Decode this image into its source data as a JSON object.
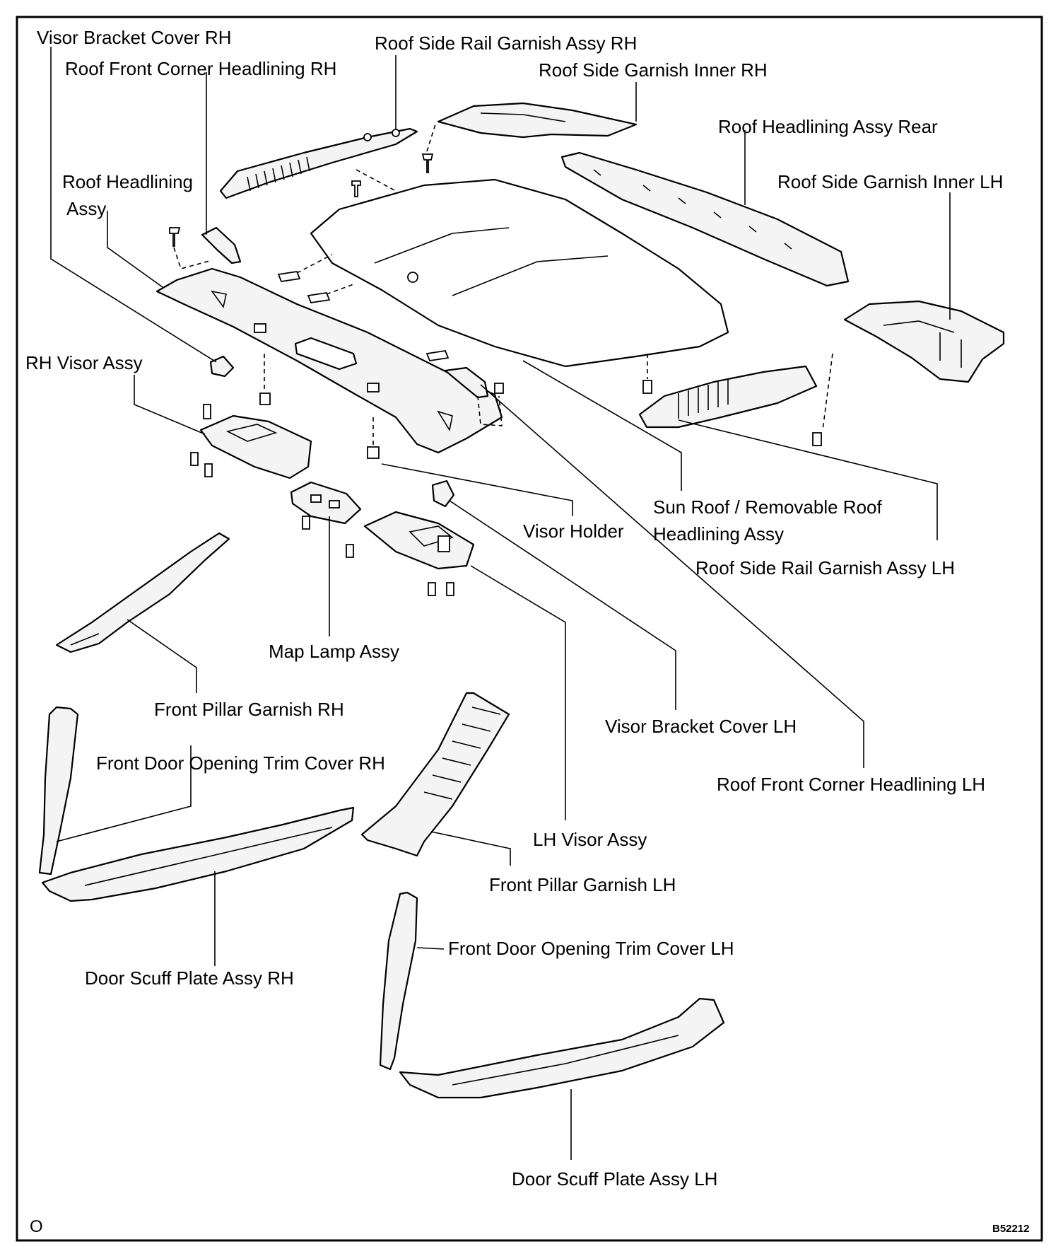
{
  "labels": {
    "visor_bracket_cover_rh": "Visor Bracket Cover RH",
    "roof_front_corner_headlining_rh": "Roof Front Corner Headlining RH",
    "roof_side_rail_garnish_assy_rh": "Roof Side Rail Garnish Assy RH",
    "roof_side_garnish_inner_rh": "Roof Side Garnish Inner RH",
    "roof_headlining_assy_rear": "Roof Headlining Assy Rear",
    "roof_headlining_assy_line1": "Roof Headlining",
    "roof_headlining_assy_line2": "Assy",
    "roof_side_garnish_inner_lh": "Roof Side Garnish Inner LH",
    "rh_visor_assy": "RH Visor Assy",
    "visor_holder": "Visor Holder",
    "sun_roof_line1": "Sun Roof / Removable Roof",
    "sun_roof_line2": "Headlining Assy",
    "roof_side_rail_garnish_assy_lh": "Roof Side Rail Garnish Assy LH",
    "map_lamp_assy": "Map Lamp Assy",
    "front_pillar_garnish_rh": "Front Pillar Garnish RH",
    "visor_bracket_cover_lh": "Visor Bracket Cover LH",
    "front_door_opening_trim_cover_rh": "Front Door Opening Trim Cover RH",
    "roof_front_corner_headlining_lh": "Roof Front Corner Headlining LH",
    "lh_visor_assy": "LH Visor Assy",
    "front_pillar_garnish_lh": "Front Pillar Garnish LH",
    "front_door_opening_trim_cover_lh": "Front Door Opening Trim Cover LH",
    "door_scuff_plate_assy_rh": "Door Scuff Plate Assy RH",
    "door_scuff_plate_assy_lh": "Door Scuff Plate Assy LH"
  },
  "corner_marks": {
    "bottom_left": "O",
    "figure_code": "B52212"
  }
}
